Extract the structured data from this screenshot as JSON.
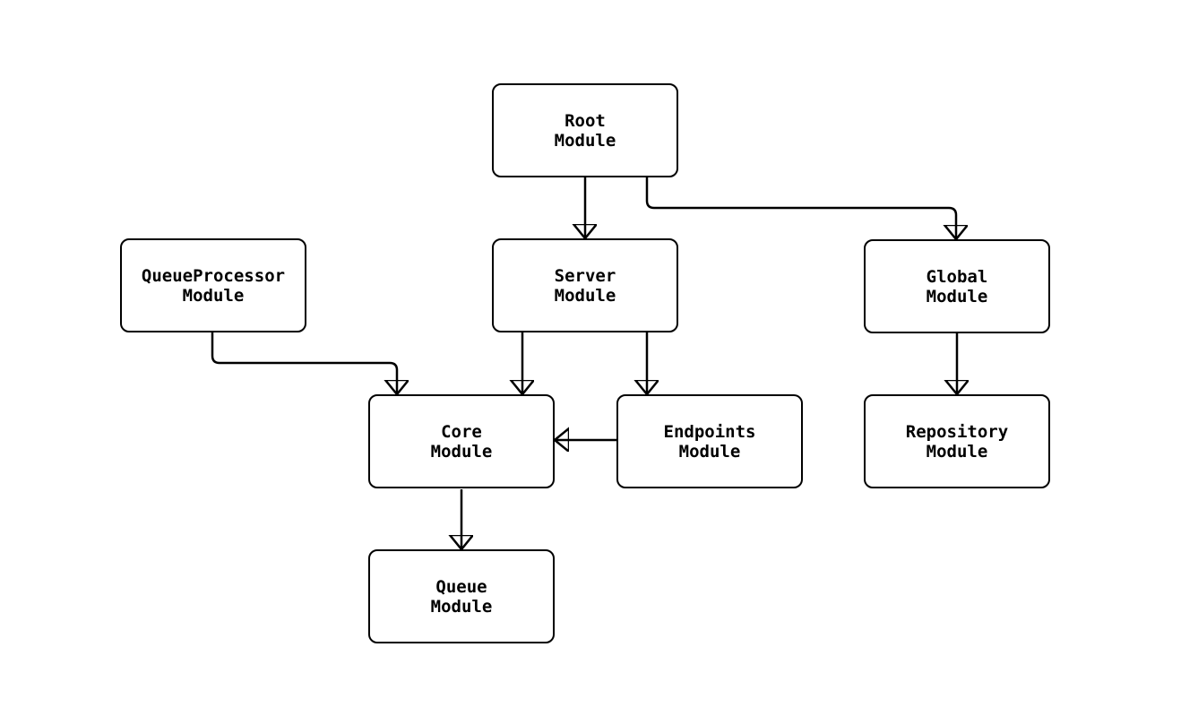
{
  "diagram": {
    "colors": {
      "background": "#ffffff",
      "node_fill": "#ffffff",
      "node_border": "#000000",
      "edge_line": "#000000",
      "text": "#000000"
    },
    "nodes": {
      "root": {
        "label": "Root\nModule"
      },
      "queueprocessor": {
        "label": "QueueProcessor\nModule"
      },
      "server": {
        "label": "Server\nModule"
      },
      "global": {
        "label": "Global\nModule"
      },
      "core": {
        "label": "Core\nModule"
      },
      "endpoints": {
        "label": "Endpoints\nModule"
      },
      "repository": {
        "label": "Repository\nModule"
      },
      "queue": {
        "label": "Queue\nModule"
      }
    },
    "edges": [
      {
        "from": "Root Module",
        "to": "Server Module"
      },
      {
        "from": "Root Module",
        "to": "Global Module"
      },
      {
        "from": "QueueProcessor Module",
        "to": "Core Module"
      },
      {
        "from": "Server Module",
        "to": "Core Module"
      },
      {
        "from": "Server Module",
        "to": "Endpoints Module"
      },
      {
        "from": "Endpoints Module",
        "to": "Core Module"
      },
      {
        "from": "Global Module",
        "to": "Repository Module"
      },
      {
        "from": "Core Module",
        "to": "Queue Module"
      }
    ]
  }
}
